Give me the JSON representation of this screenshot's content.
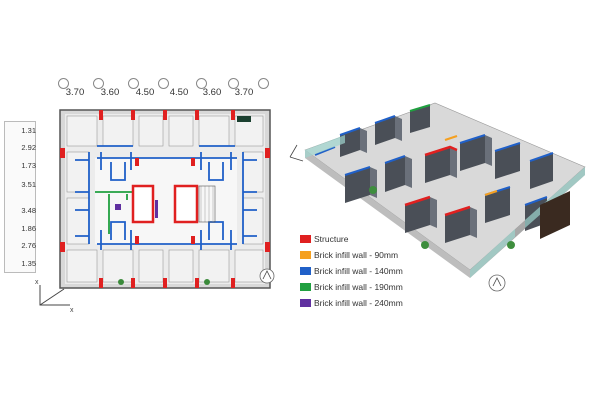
{
  "plan": {
    "top_dimensions": [
      "3.70",
      "3.60",
      "4.50",
      "4.50",
      "3.60",
      "3.70"
    ],
    "left_dimensions": [
      "1.31",
      "2.92",
      "1.73",
      "3.51",
      "3.48",
      "1.86",
      "2.76",
      "1.35"
    ]
  },
  "legend": [
    {
      "label": "Structure",
      "color": "#e02020"
    },
    {
      "label": "Brick infill wall - 90mm",
      "color": "#f5a020"
    },
    {
      "label": "Brick infill wall - 140mm",
      "color": "#2060c8"
    },
    {
      "label": "Brick infill wall - 190mm",
      "color": "#20a040"
    },
    {
      "label": "Brick infill wall - 240mm",
      "color": "#6030a0"
    }
  ]
}
